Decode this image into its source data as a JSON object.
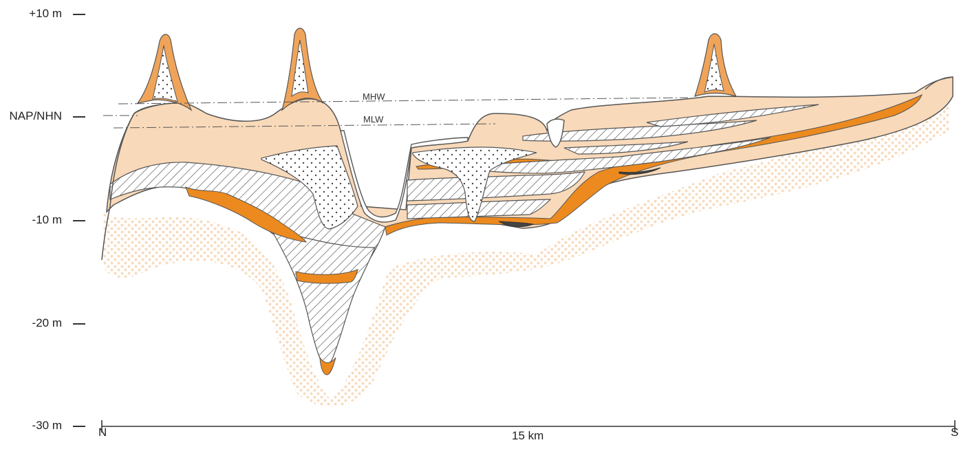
{
  "y_axis": {
    "labels": [
      "+10 m",
      "NAP/NHN",
      "-10 m",
      "-20 m",
      "-30 m"
    ]
  },
  "x_axis": {
    "start_label": "N",
    "end_label": "S",
    "distance_label": "15 km"
  },
  "water_levels": {
    "high": "MHW",
    "low": "MLW"
  },
  "colors": {
    "pleistocene_sand": "#f6d9b8",
    "clay_peat_fill": "#f8d9b9",
    "dune_sand": "#f0a45a",
    "peat": "#ec8a1f",
    "basal_peat": "#444444",
    "outline": "#555555"
  },
  "symbols": [
    "dots-pattern",
    "hatch-pattern"
  ]
}
